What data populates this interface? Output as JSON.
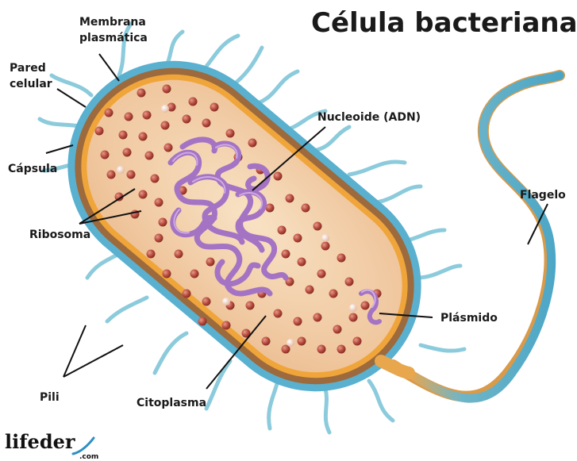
{
  "title": "Célula bacteriana",
  "labels": {
    "membrana_line1": "Membrana",
    "membrana_line2": "plasmática",
    "pared_line1": "Pared",
    "pared_line2": "celular",
    "capsula": "Cápsula",
    "ribosoma": "Ribosoma",
    "pili": "Pili",
    "nucleoide": "Nucleoide (ADN)",
    "flagelo": "Flagelo",
    "plasmido": "Plásmido",
    "citoplasma": "Citoplasma"
  },
  "logo": {
    "name": "lifeder",
    "suffix": ".com"
  },
  "colors": {
    "capsule": "#5ab0cf",
    "wall": "#9c6a3d",
    "membrane": "#f0a53a",
    "cytoplasm": "#f4d3ad",
    "ribosome": "#b5473a",
    "dna": "#a473c4",
    "pili": "#8ccbdc"
  }
}
